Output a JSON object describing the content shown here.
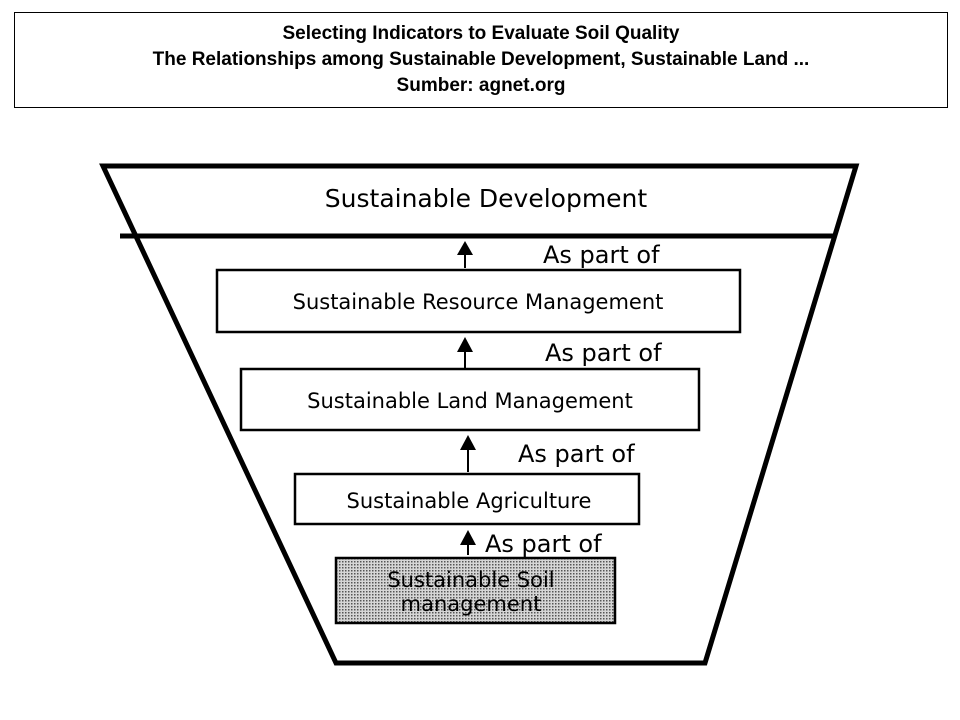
{
  "header": {
    "line1": "Selecting Indicators to Evaluate Soil Quality",
    "line2": "The Relationships among Sustainable Development, Sustainable Land ...",
    "line3": "Sumber:  agnet.org"
  },
  "diagram": {
    "top_level": "Sustainable Development",
    "levels": [
      {
        "label": "Sustainable Resource Management",
        "link": "As part of"
      },
      {
        "label": "Sustainable Land Management",
        "link": "As part of"
      },
      {
        "label": "Sustainable Agriculture",
        "link": "As part of"
      }
    ],
    "base": {
      "line1": "Sustainable Soil",
      "line2": "management",
      "link": "As part of"
    },
    "colors": {
      "stroke": "#000000",
      "base_fill": "#bdbdbd"
    }
  }
}
